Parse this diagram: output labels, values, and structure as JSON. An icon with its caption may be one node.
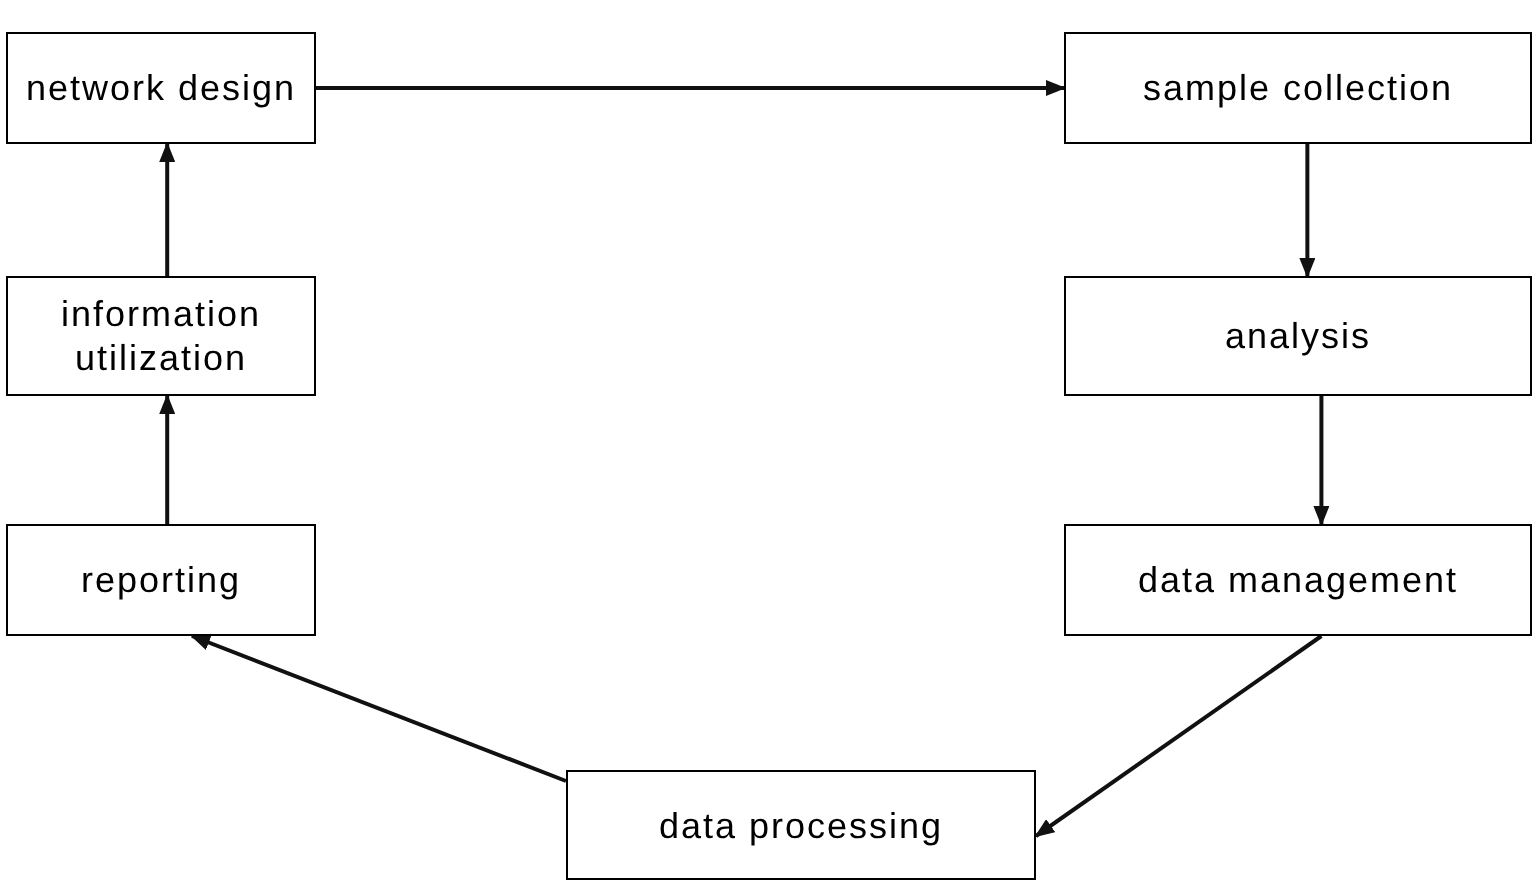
{
  "diagram": {
    "nodes": [
      {
        "text": [
          "network design"
        ]
      },
      {
        "text": [
          "sample collection"
        ]
      },
      {
        "text": [
          "information utilization"
        ]
      },
      {
        "text": [
          "analysis"
        ]
      },
      {
        "text": [
          "reporting"
        ]
      },
      {
        "text": [
          "data management"
        ]
      },
      {
        "text": [
          "data processing"
        ]
      }
    ],
    "edges": [
      {
        "from": 0,
        "to": 1,
        "arrow": "to"
      },
      {
        "from": 1,
        "to": 3,
        "arrow": "to"
      },
      {
        "from": 3,
        "to": 5,
        "arrow": "to"
      },
      {
        "from": 5,
        "to": 6,
        "arrow": "to"
      },
      {
        "from": 6,
        "to": 4,
        "arrow": "to"
      },
      {
        "from": 4,
        "to": 2,
        "arrow": "to"
      },
      {
        "from": 2,
        "to": 0,
        "arrow": "to"
      }
    ]
  }
}
